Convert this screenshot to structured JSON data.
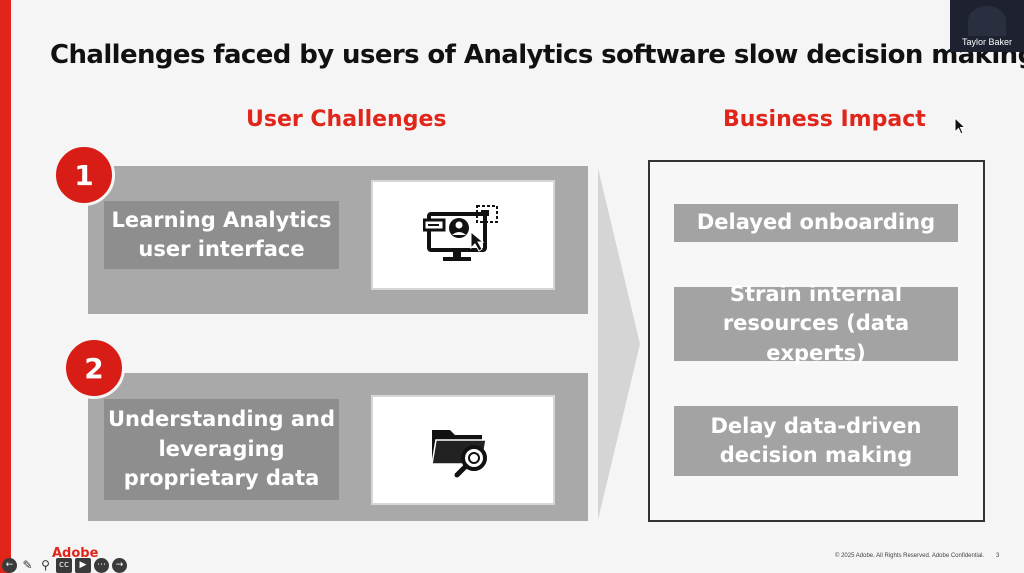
{
  "slide": {
    "title": "Challenges faced by users of Analytics software slow decision making",
    "left_heading": "User Challenges",
    "right_heading": "Business Impact",
    "challenges": [
      {
        "number": "1",
        "label": "Learning Analytics user interface",
        "icon": "monitor-user-icon"
      },
      {
        "number": "2",
        "label": "Understanding and leveraging proprietary data",
        "icon": "folder-search-icon"
      }
    ],
    "impacts": [
      "Delayed onboarding",
      "Strain internal resources (data experts)",
      "Delay data-driven decision making"
    ],
    "brand": "Adobe",
    "footer": "© 2025 Adobe. All Rights Reserved. Adobe Confidential.",
    "page_number": "3",
    "colors": {
      "accent": "#e1251b",
      "band": "#a9a9a9",
      "label_box": "#8e8e8e"
    }
  },
  "meeting": {
    "participant_name": "Taylor Baker"
  },
  "toolbar": {
    "buttons": [
      "back-icon",
      "pen-icon",
      "zoom-icon",
      "captions-icon",
      "video-icon",
      "more-icon",
      "forward-icon"
    ]
  }
}
